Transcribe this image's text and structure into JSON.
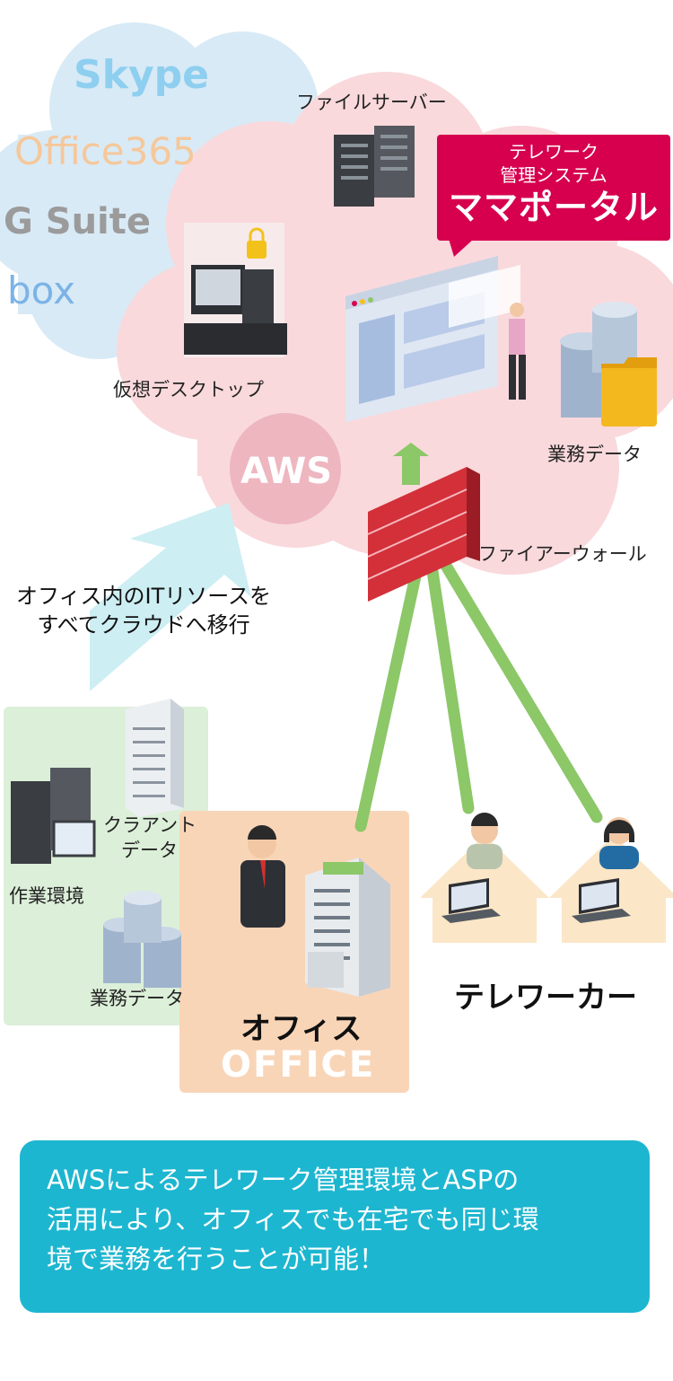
{
  "cloud_services": {
    "skype": "Skype",
    "office365": "Office365",
    "gsuite": "G Suite",
    "box": "box"
  },
  "labels": {
    "file_server": "ファイルサーバー",
    "virtual_desktop": "仮想デスクトップ",
    "business_data_cloud": "業務データ",
    "firewall": "ファイアーウォール",
    "aws": "AWS",
    "migration_line1": "オフィス内のITリソースを",
    "migration_line2": "すべてクラウドへ移行",
    "client_data_line1": "クラアント",
    "client_data_line2": "データ",
    "work_env": "作業環境",
    "business_data_office": "業務データ",
    "office_jp": "オフィス",
    "office_en": "OFFICE",
    "teleworker": "テレワーカー"
  },
  "bubble": {
    "line1": "テレワーク",
    "line2": "管理システム",
    "title": "ママポータル"
  },
  "footer": {
    "line1": "AWSによるテレワーク管理環境とASPの",
    "line2": "活用により、オフィスでも在宅でも同じ環",
    "line3": "境で業務を行うことが可能！"
  },
  "colors": {
    "skype": "#8ecff0",
    "office365": "#f6c79a",
    "gsuite": "#9b9b9b",
    "box": "#7bb3e6",
    "aws_cloud": "#f9d9dc",
    "service_cloud": "#d8eaf6",
    "bubble": "#d6004f",
    "arrow_green": "#8cc768",
    "office_panel": "#f9d5b8",
    "old_env_panel": "#dcefd9",
    "footer": "#1db6d0"
  }
}
